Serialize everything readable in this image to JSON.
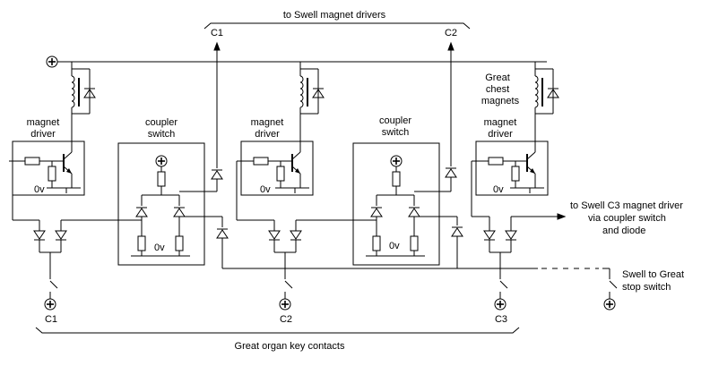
{
  "labels": {
    "to_swell_drivers": "to Swell magnet drivers",
    "c1_top": "C1",
    "c2_top": "C2",
    "magnet": "magnet",
    "driver": "driver",
    "coupler": "coupler",
    "switch": "switch",
    "great": "Great",
    "chest": "chest",
    "magnets": "magnets",
    "zero_v": "0v",
    "to_swell_c3_line1": "to Swell C3 magnet driver",
    "to_swell_c3_line2": "via coupler switch",
    "to_swell_c3_line3": "and diode",
    "swell_to_great_line1": "Swell to Great",
    "swell_to_great_line2": "stop switch",
    "c1_bottom": "C1",
    "c2_bottom": "C2",
    "c3_bottom": "C3",
    "great_keys": "Great organ key contacts"
  }
}
